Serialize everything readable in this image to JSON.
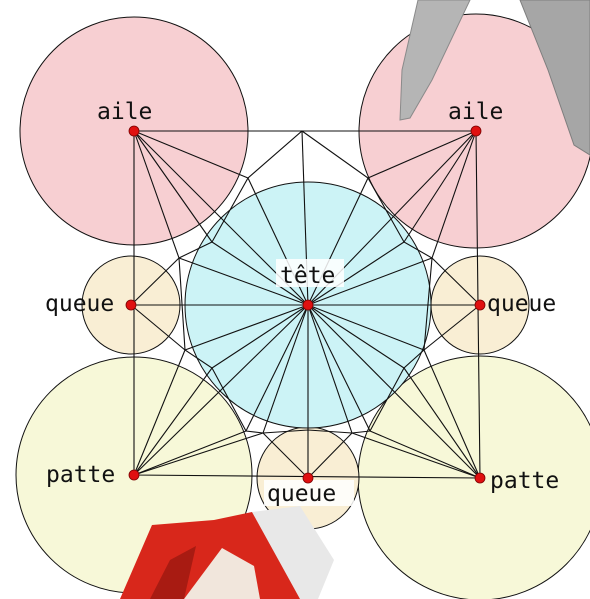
{
  "labels": {
    "wing_left": "aile",
    "wing_right": "aile",
    "head": "tête",
    "tail_left": "queue",
    "tail_right": "queue",
    "tail_bottom": "queue",
    "leg_left": "patte",
    "leg_right": "patte"
  },
  "colors": {
    "wing_circle": "#f7cfd2",
    "head_circle": "#ccf3f6",
    "tail_circle": "#f9eed4",
    "leg_circle": "#f7f8d8",
    "point": "#e01010",
    "line": "#111111",
    "paper_red": "#d8271b",
    "scissors_gray": "#a9a9a9"
  }
}
